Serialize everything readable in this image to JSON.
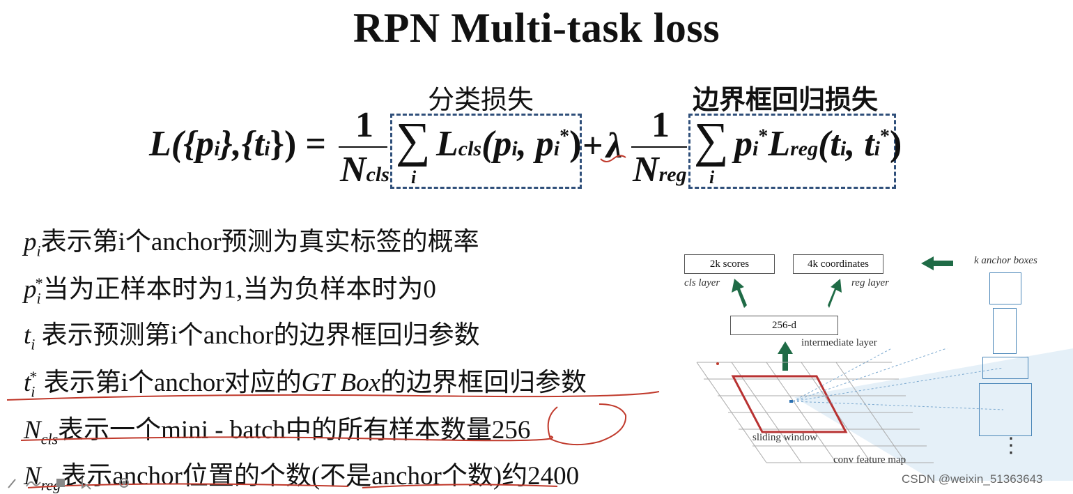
{
  "title": "RPN Multi-task loss",
  "labels": {
    "cls_loss": "分类损失",
    "reg_loss": "边界框回归损失"
  },
  "formula": {
    "lhs": "L({p",
    "lhs_sub": "i",
    "lhs_mid": "},{t",
    "lhs_sub2": "i",
    "lhs_end": "}) =",
    "one": "1",
    "n_cls": "N",
    "n_cls_sub": "cls",
    "n_reg": "N",
    "n_reg_sub": "reg",
    "sum": "∑",
    "sum_idx": "i",
    "lcls": "L",
    "lcls_sub": "cls",
    "lcls_args": "(p",
    "lcls_args2": ", p",
    "lcls_close": ")",
    "plus": "+",
    "lambda": "λ",
    "preg": "p",
    "lreg": "L",
    "lreg_sub": "reg",
    "lreg_args": "(t",
    "lreg_args2": ", t",
    "lreg_close": ")",
    "star": "*"
  },
  "explanations": [
    {
      "sym": "p",
      "sub": "i",
      "sup": "",
      "text": "表示第i个anchor预测为真实标签的概率"
    },
    {
      "sym": "p",
      "sub": "i",
      "sup": "*",
      "text": "当为正样本时为1,当为负样本时为0"
    },
    {
      "sym": "t",
      "sub": "i",
      "sup": "",
      "text": " 表示预测第i个anchor的边界框回归参数"
    },
    {
      "sym": "t",
      "sub": "i",
      "sup": "*",
      "text": " 表示第i个anchor对应的",
      "text_it": "GT Box",
      "text_end": "的边界框回归参数"
    },
    {
      "sym": "N",
      "sub": "cls",
      "sup": "",
      "text": "表示一个mini - batch中的所有样本数量256"
    },
    {
      "sym": "N",
      "sub": "reg",
      "sup": "",
      "text": "表示anchor位置的个数(不是anchor个数)约2400"
    }
  ],
  "diagram": {
    "scores": "2k scores",
    "coordinates": "4k coordinates",
    "anchor_boxes": "k anchor boxes",
    "cls_layer": "cls layer",
    "reg_layer": "reg layer",
    "intermediate": "256-d",
    "intermediate_label": "intermediate layer",
    "sliding_window": "sliding window",
    "feature_map": "conv feature map",
    "ellipsis": "⋮"
  },
  "watermark": "CSDN @weixin_51363643",
  "colors": {
    "dash_box": "#2f4f7a",
    "green_arrow": "#1f6b46",
    "red_annotation": "#c0392b",
    "window": "#b83232"
  }
}
